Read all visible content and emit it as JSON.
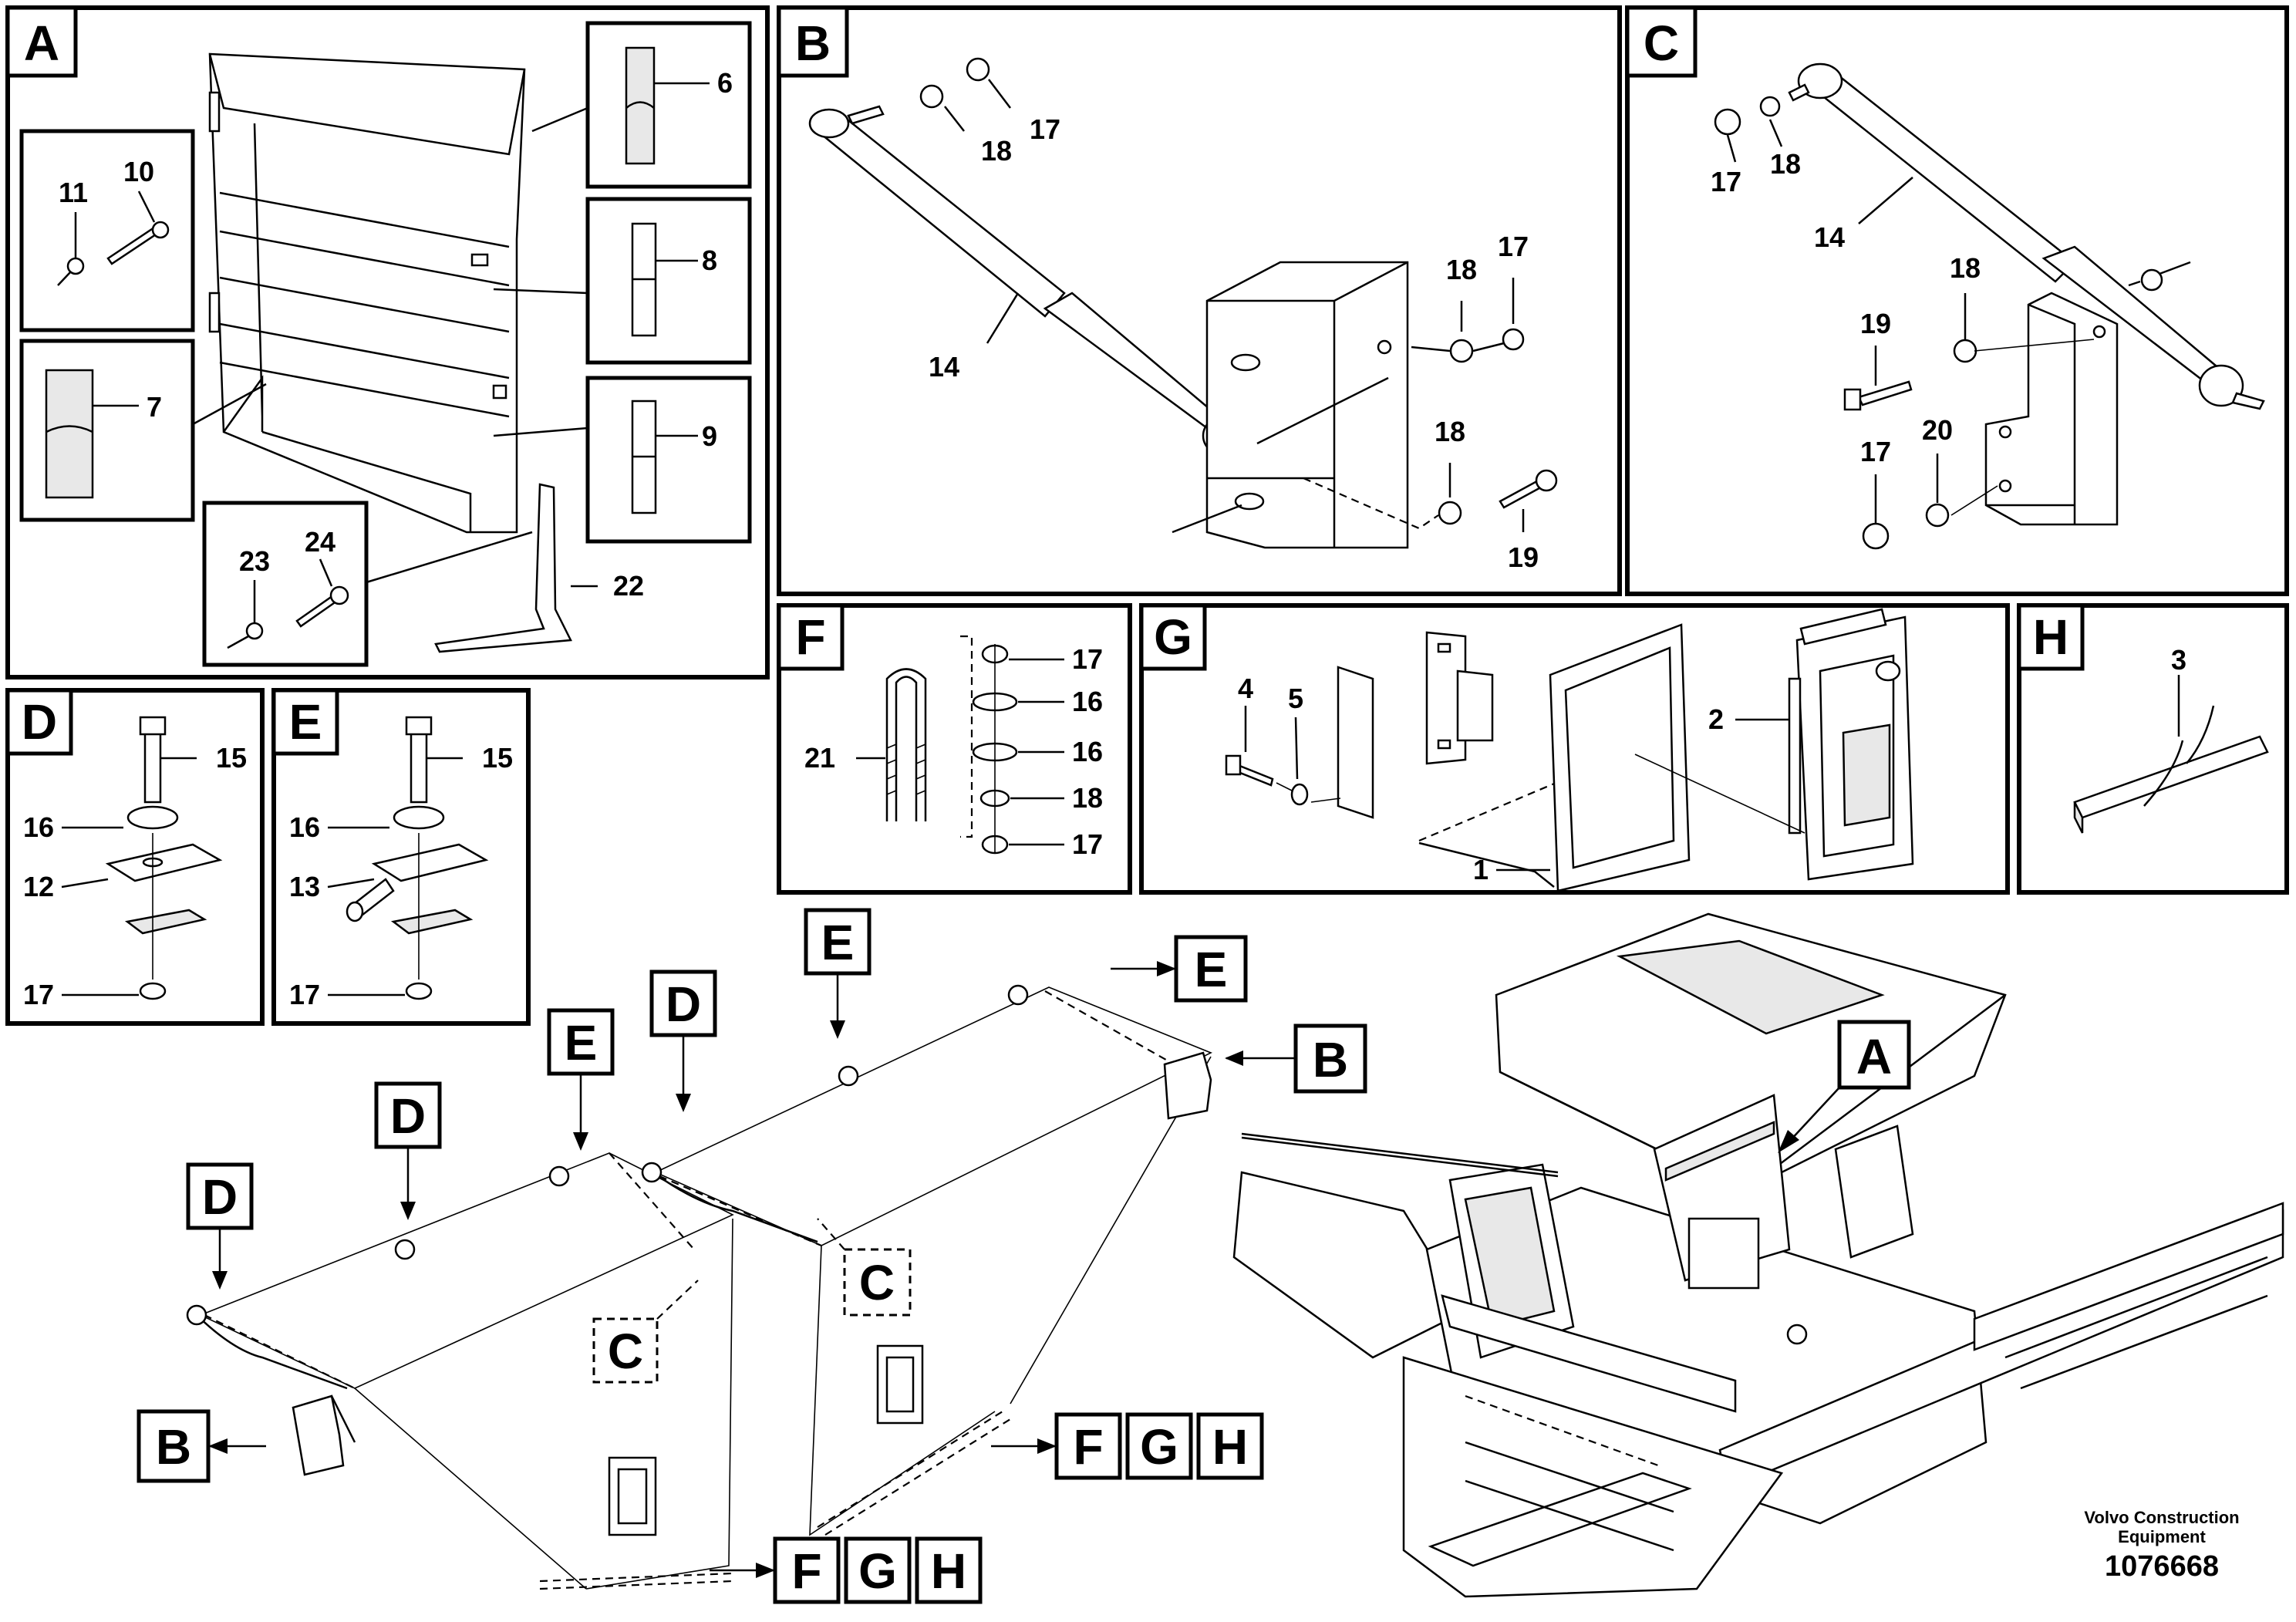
{
  "panels": {
    "A": {
      "letter": "A",
      "callouts": [
        "6",
        "8",
        "9",
        "7",
        "11",
        "10",
        "23",
        "24",
        "22"
      ]
    },
    "B": {
      "letter": "B",
      "callouts": [
        "17",
        "18",
        "14",
        "18",
        "17",
        "18",
        "19"
      ]
    },
    "C": {
      "letter": "C",
      "callouts": [
        "17",
        "18",
        "14",
        "18",
        "19",
        "17",
        "20"
      ]
    },
    "D": {
      "letter": "D",
      "callouts": [
        "15",
        "16",
        "12",
        "17"
      ]
    },
    "E": {
      "letter": "E",
      "callouts": [
        "15",
        "16",
        "13",
        "17"
      ]
    },
    "F": {
      "letter": "F",
      "callouts": [
        "17",
        "16",
        "16",
        "21",
        "18",
        "17"
      ]
    },
    "G": {
      "letter": "G",
      "callouts": [
        "4",
        "5",
        "2",
        "1"
      ]
    },
    "H": {
      "letter": "H",
      "callouts": [
        "3"
      ]
    }
  },
  "overview_tags": [
    "D",
    "D",
    "E",
    "B",
    "C",
    "D",
    "E",
    "E",
    "B",
    "C",
    "F",
    "G",
    "H",
    "F",
    "G",
    "H",
    "A"
  ],
  "footer": {
    "brand_line1": "Volvo Construction",
    "brand_line2": "Equipment",
    "drawing_number": "1076668"
  }
}
